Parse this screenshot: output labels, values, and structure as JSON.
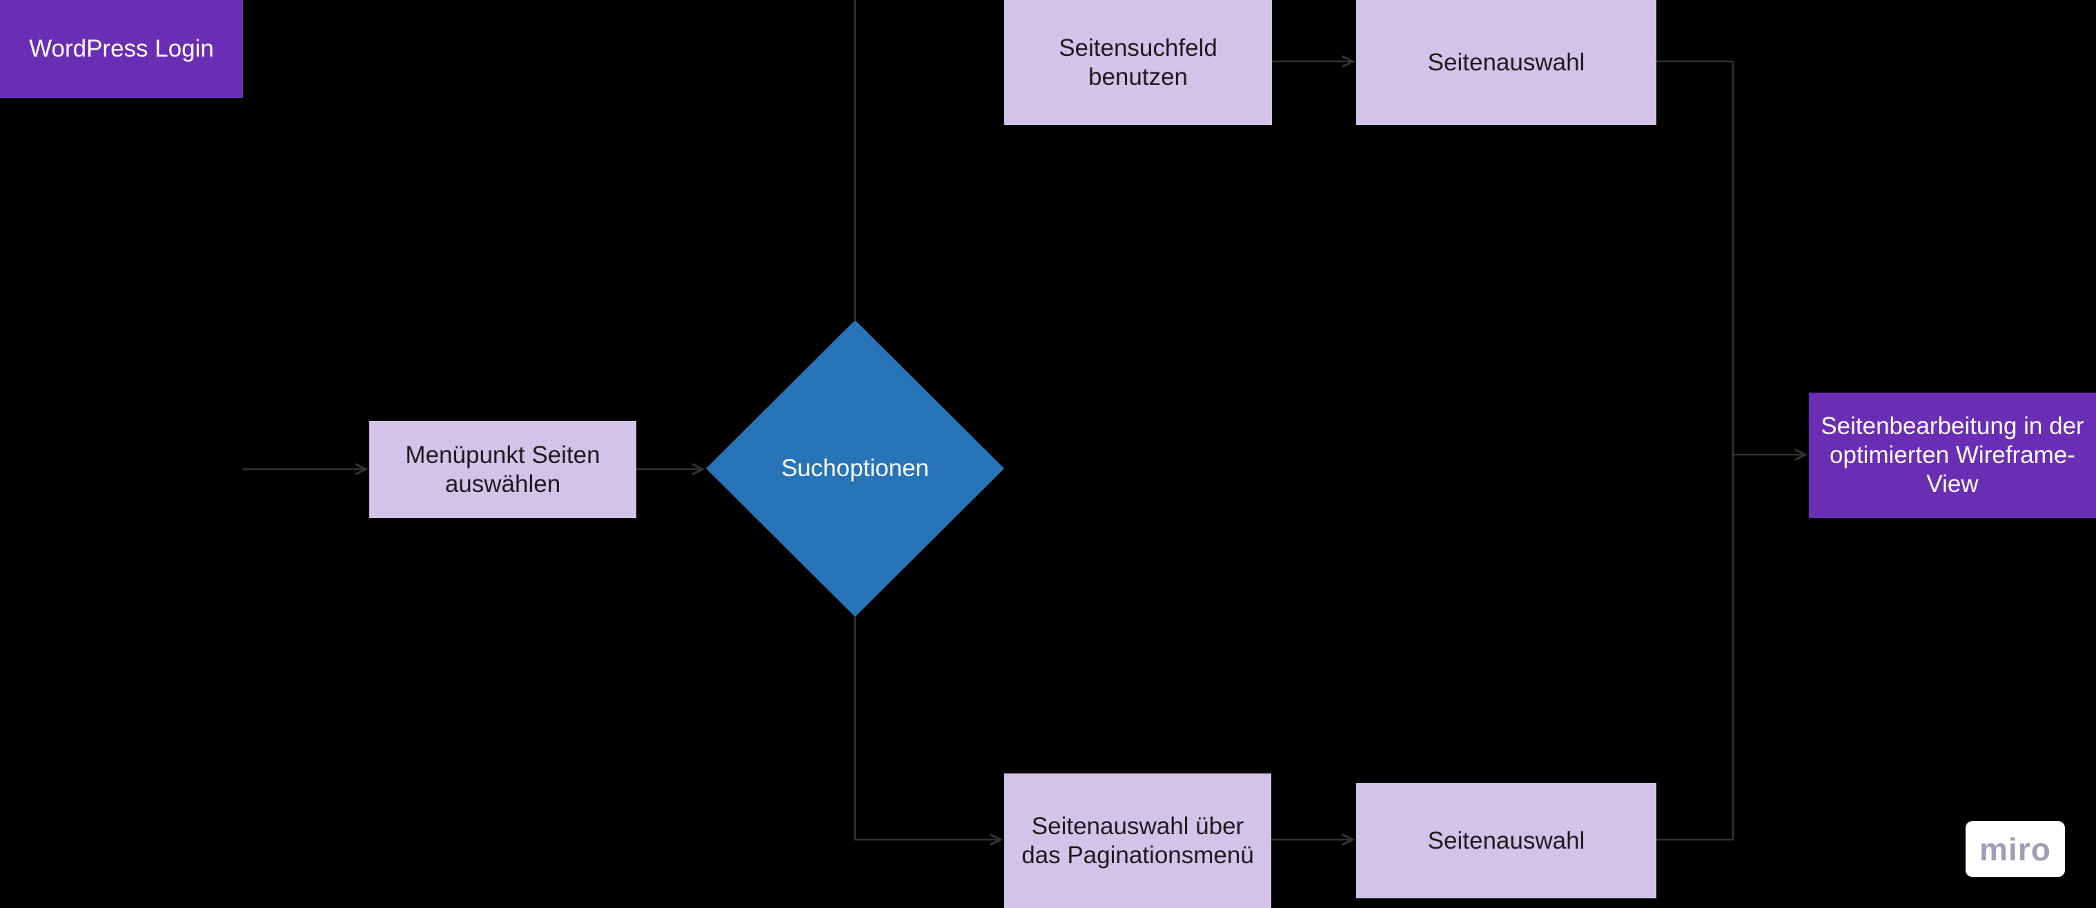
{
  "diagram": {
    "nodes": {
      "wordpress": {
        "label": "WordPress Login",
        "type": "terminal"
      },
      "menupunkt": {
        "label": "Menüpunkt Seiten auswählen",
        "type": "process"
      },
      "suchoptionen": {
        "label": "Suchoptionen",
        "type": "decision"
      },
      "suchfeld": {
        "label": "Seitensuchfeld benutzen",
        "type": "process"
      },
      "seitenauswahl_top": {
        "label": "Seitenauswahl",
        "type": "process"
      },
      "pagination": {
        "label": "Seitenauswahl über das Paginationsmenü",
        "type": "process"
      },
      "seitenauswahl_bottom": {
        "label": "Seitenauswahl",
        "type": "process"
      },
      "wireframe": {
        "label": "Seitenbearbeitung in der optimierten Wireframe-View",
        "type": "terminal"
      }
    },
    "edges": [
      {
        "from": "wordpress",
        "to": "menupunkt"
      },
      {
        "from": "menupunkt",
        "to": "suchoptionen"
      },
      {
        "from": "suchoptionen",
        "to": "suchfeld"
      },
      {
        "from": "suchfeld",
        "to": "seitenauswahl_top"
      },
      {
        "from": "seitenauswahl_top",
        "to": "wireframe"
      },
      {
        "from": "suchoptionen",
        "to": "pagination"
      },
      {
        "from": "pagination",
        "to": "seitenauswahl_bottom"
      },
      {
        "from": "seitenauswahl_bottom",
        "to": "wireframe"
      }
    ],
    "colors": {
      "background": "#000000",
      "purple": "#6A2EB5",
      "lavender": "#D2C4E8",
      "blue": "#2874B8",
      "connector": "#333333",
      "node_text_dark": "#1C1C1E",
      "node_text_light": "#FFFFFF",
      "watermark_bg": "#FFFFFF",
      "watermark_text": "#A09DB8"
    },
    "watermark": {
      "label": "miro"
    }
  }
}
